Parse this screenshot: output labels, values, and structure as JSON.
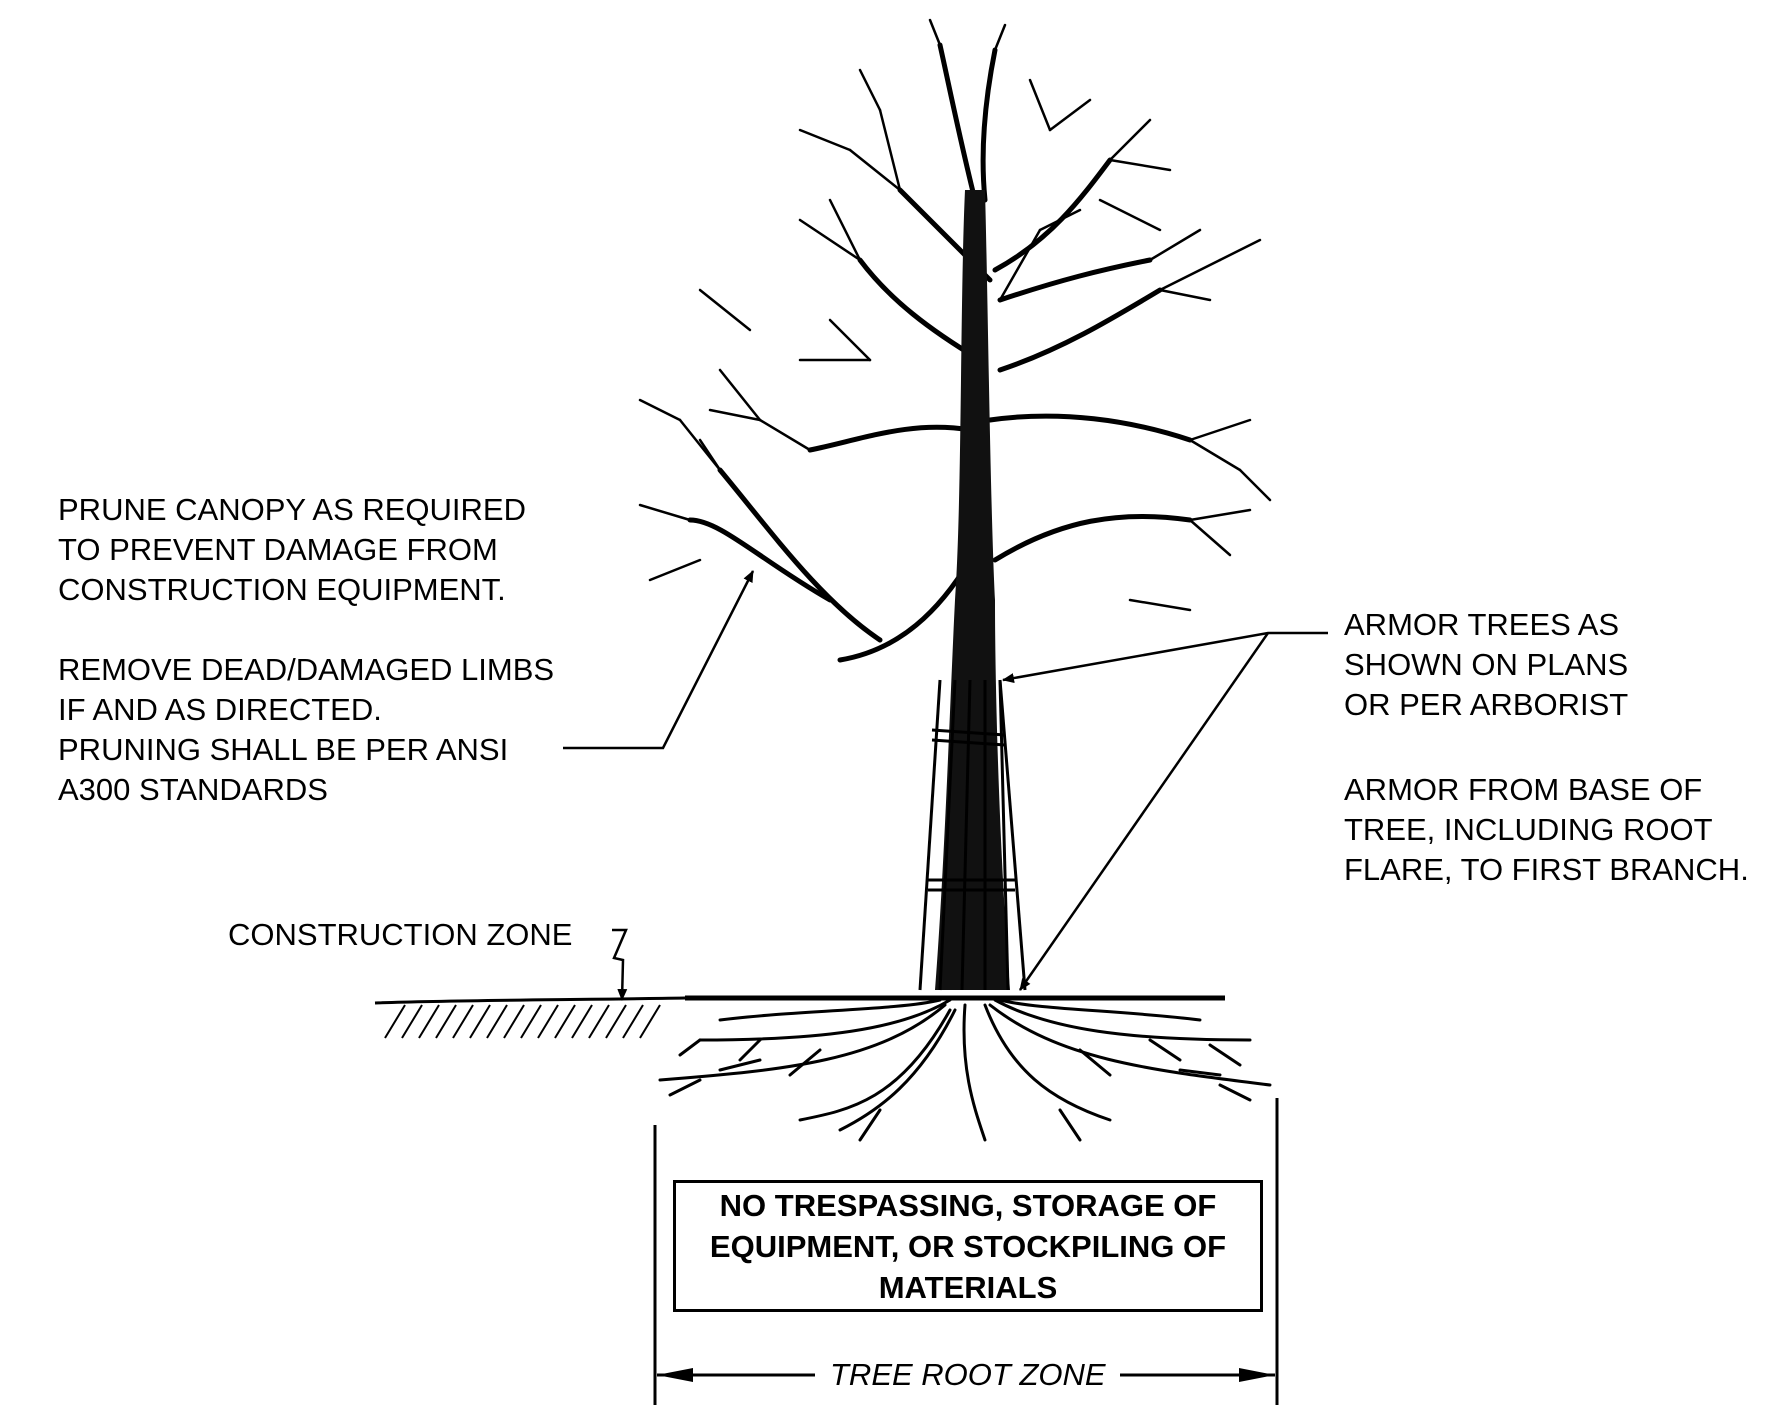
{
  "notes": {
    "prune": "PRUNE CANOPY AS REQUIRED\nTO PREVENT DAMAGE FROM\nCONSTRUCTION EQUIPMENT.",
    "remove": "REMOVE DEAD/DAMAGED LIMBS\nIF AND AS DIRECTED.\nPRUNING SHALL BE PER ANSI\nA300 STANDARDS",
    "armor": "ARMOR TREES AS\nSHOWN ON PLANS\nOR PER ARBORIST",
    "armor_base": "ARMOR FROM BASE OF\nTREE, INCLUDING ROOT\nFLARE, TO FIRST BRANCH.",
    "construction_zone": "CONSTRUCTION ZONE",
    "warning": "NO TRESPASSING, STORAGE OF\nEQUIPMENT, OR STOCKPILING OF\nMATERIALS",
    "root_zone": "TREE ROOT ZONE"
  },
  "colors": {
    "ink": "#000000",
    "paper": "#ffffff"
  },
  "icons": {
    "arrowhead": "filled-triangle-arrow"
  }
}
